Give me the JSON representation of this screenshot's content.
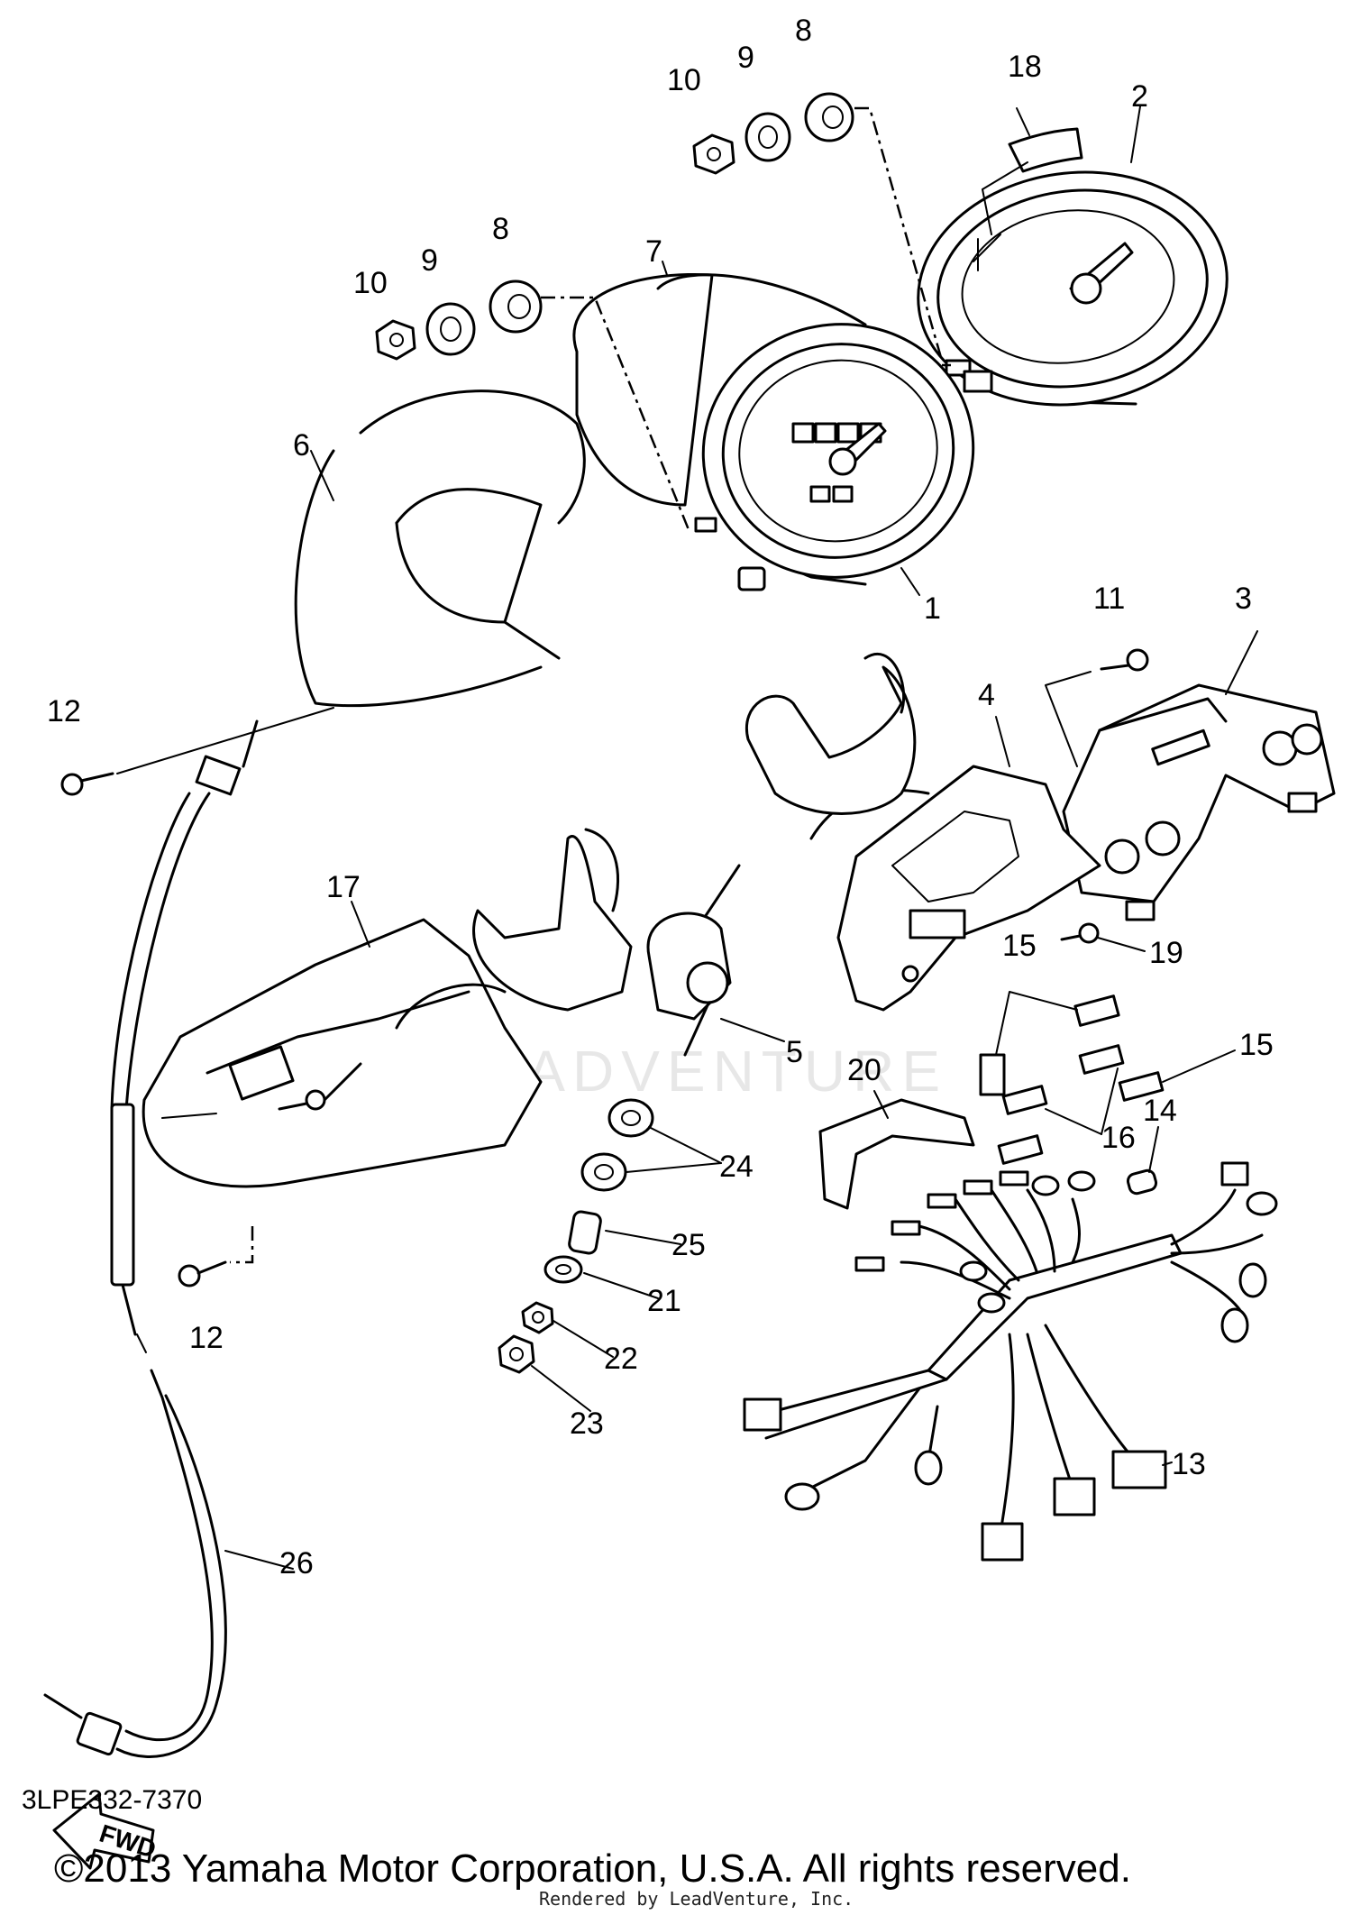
{
  "diagram_code": "3LPE332-7370",
  "copyright": "©2013 Yamaha Motor Corporation, U.S.A. All rights reserved.",
  "rendered_by": "Rendered by LeadVenture, Inc.",
  "watermark": "LEADVENTURE",
  "fwd_label": "FWD",
  "callouts": {
    "c1": "1",
    "c2": "2",
    "c3": "3",
    "c4": "4",
    "c5": "5",
    "c6": "6",
    "c7": "7",
    "c8a": "8",
    "c8b": "8",
    "c9a": "9",
    "c9b": "9",
    "c10a": "10",
    "c10b": "10",
    "c11": "11",
    "c12a": "12",
    "c12b": "12",
    "c13": "13",
    "c14": "14",
    "c15a": "15",
    "c15b": "15",
    "c16": "16",
    "c17": "17",
    "c18": "18",
    "c19": "19",
    "c20": "20",
    "c21": "21",
    "c22": "22",
    "c23": "23",
    "c24": "24",
    "c25": "25",
    "c26": "26"
  }
}
